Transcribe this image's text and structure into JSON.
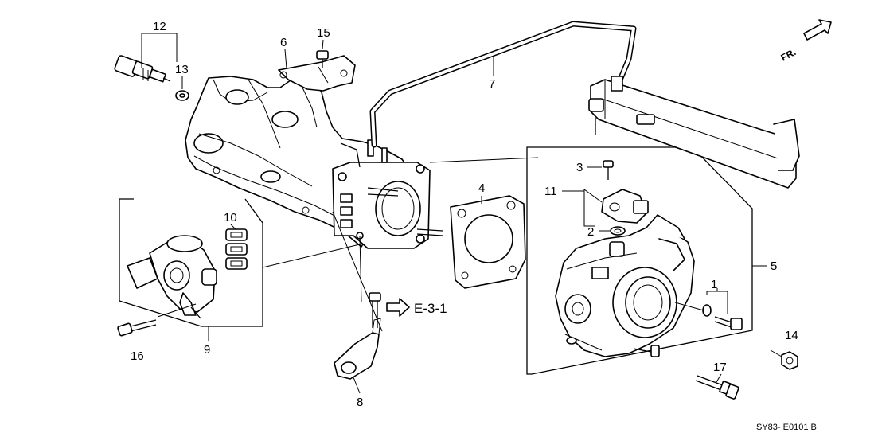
{
  "callouts": [
    {
      "id": "1",
      "label": "1"
    },
    {
      "id": "2",
      "label": "2"
    },
    {
      "id": "3",
      "label": "3"
    },
    {
      "id": "4",
      "label": "4"
    },
    {
      "id": "5",
      "label": "5"
    },
    {
      "id": "6",
      "label": "6"
    },
    {
      "id": "7",
      "label": "7"
    },
    {
      "id": "8",
      "label": "8"
    },
    {
      "id": "9",
      "label": "9"
    },
    {
      "id": "10",
      "label": "10"
    },
    {
      "id": "11",
      "label": "11"
    },
    {
      "id": "12",
      "label": "12"
    },
    {
      "id": "13",
      "label": "13"
    },
    {
      "id": "14",
      "label": "14"
    },
    {
      "id": "15",
      "label": "15"
    },
    {
      "id": "16",
      "label": "16"
    },
    {
      "id": "17",
      "label": "17"
    }
  ],
  "reference": "E-3-1",
  "direction_label": "FR.",
  "drawing_code": "SY83- E0101 B",
  "colors": {
    "ink": "#000000",
    "paper": "#ffffff"
  }
}
